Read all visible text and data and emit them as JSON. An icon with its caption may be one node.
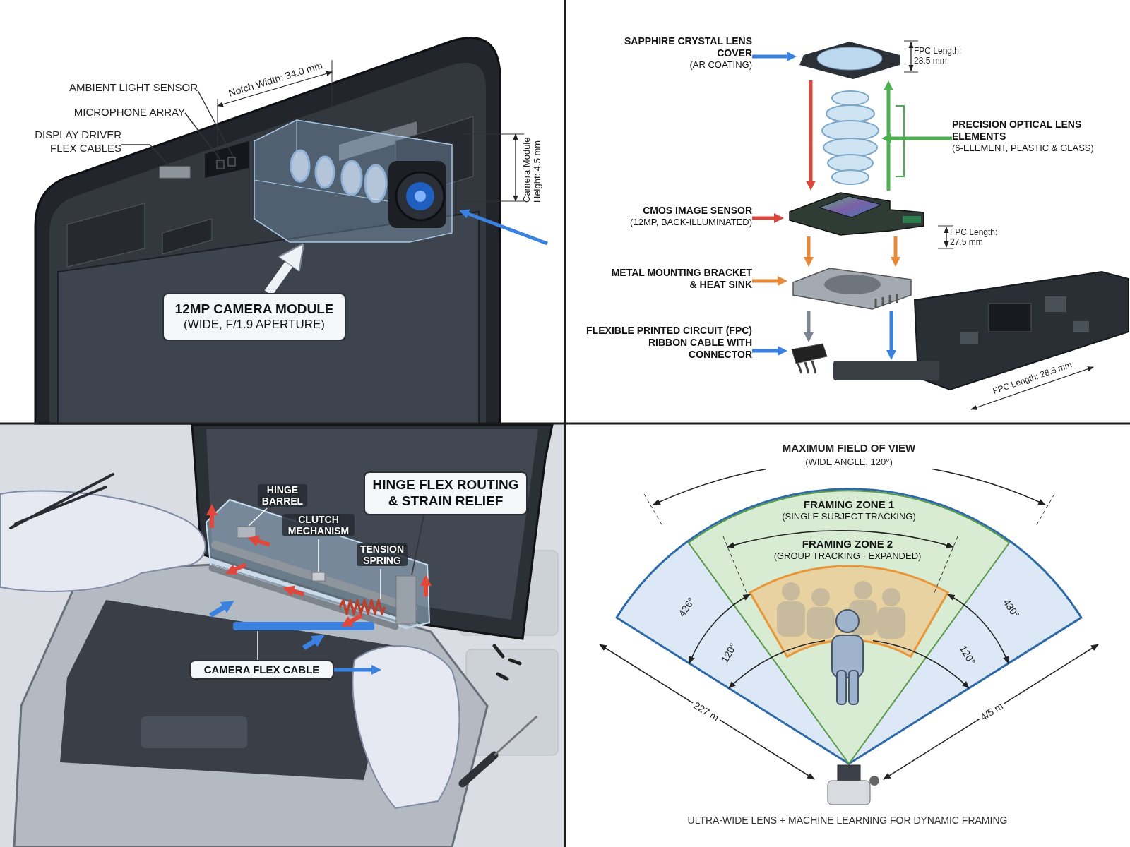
{
  "diagram": {
    "caption": "ULTRA-WIDE LENS + MACHINE LEARNING FOR DYNAMIC FRAMING",
    "nodes": [
      {
        "text": [
          "AMBIENT LIGHT SENSOR"
        ]
      },
      {
        "text": [
          "MICROPHONE ARRAY"
        ]
      },
      {
        "text": [
          "DISPLAY DRIVER FLEX CABLES"
        ]
      },
      {
        "text": [
          "12MP CAMERA MODULE",
          "(WIDE, F/1.9 APERTURE)"
        ]
      },
      {
        "text": [],
        "shape": "box"
      },
      {
        "text": [],
        "shape": "box"
      },
      {
        "text": [],
        "shape": "box"
      },
      {
        "text": [],
        "shape": "picture"
      },
      {
        "text": [
          "SAPPHIRE CRYSTAL LENS COVER",
          "(AR COATING)"
        ]
      },
      {
        "text": [
          "PRECISION OPTICAL LENS ELEMENTS",
          "(6-ELEMENT, PLASTIC & GLASS)"
        ]
      },
      {
        "text": [
          "CMOS IMAGE SENSOR",
          "(12MP, BACK-ILLUMINATED)"
        ]
      },
      {
        "text": [
          "METAL MOUNTING BRACKET & HEAT SINK"
        ]
      },
      {
        "text": [
          "FLEXIBLE PRINTED CIRCUIT (FPC) RIBBON CABLE WITH CONNECTOR"
        ]
      },
      {
        "text": [],
        "shape": "picture"
      },
      {
        "text": [],
        "shape": "picture"
      },
      {
        "text": [],
        "shape": "picture"
      },
      {
        "text": [],
        "shape": "picture"
      },
      {
        "text": [],
        "shape": "picture"
      },
      {
        "text": [],
        "shape": "bar"
      },
      {
        "text": [
          "HINGE FLEX ROUTING & STRAIN RELIEF"
        ]
      },
      {
        "text": [
          "HINGE BARREL"
        ]
      },
      {
        "text": [
          "CLUTCH MECHANISM"
        ]
      },
      {
        "text": [
          "TENSION SPRING"
        ]
      },
      {
        "text": [
          "CAMERA FLEX CABLE"
        ]
      },
      {
        "text": [],
        "shape": "box"
      },
      {
        "text": [],
        "shape": "box"
      },
      {
        "text": [],
        "shape": "box"
      },
      {
        "text": [],
        "shape": "picture"
      },
      {
        "text": [],
        "shape": "bar"
      },
      {
        "text": [],
        "shape": "sector"
      },
      {
        "text": [
          "FRAMING ZONE 1",
          "(SINGLE SUBJECT TRACKING)"
        ],
        "in": 29
      },
      {
        "text": [
          "FRAMING ZONE 2",
          "(GROUP TRACKING · EXPANDED)"
        ],
        "in": 30
      }
    ],
    "edges": [
      {
        "from": 0,
        "to": 4,
        "arrow": "none",
        "color": "#333333"
      },
      {
        "from": 1,
        "to": 5,
        "arrow": "none",
        "color": "#333333"
      },
      {
        "from": 2,
        "to": 6,
        "arrow": "none",
        "color": "#333333"
      },
      {
        "from": 3,
        "to": 7,
        "arrow": "to",
        "style": "thick",
        "color": "#eef2f7"
      },
      {
        "from": null,
        "to": 7,
        "arrow": "to",
        "color": "#3b82e0"
      },
      {
        "from": 8,
        "to": 13,
        "arrow": "to",
        "color": "#3b82e0"
      },
      {
        "from": 9,
        "to": 14,
        "arrow": "to",
        "color": "#4caf50"
      },
      {
        "from": 13,
        "to": 15,
        "arrow": "to",
        "color": "#d9473d"
      },
      {
        "from": 15,
        "to": 13,
        "arrow": "to",
        "color": "#4caf50"
      },
      {
        "from": 10,
        "to": 15,
        "arrow": "to",
        "color": "#d9473d"
      },
      {
        "from": 11,
        "to": 16,
        "arrow": "to",
        "color": "#e8893a"
      },
      {
        "from": 15,
        "to": 16,
        "arrow": "to",
        "color": "#e8893a"
      },
      {
        "from": 15,
        "to": 16,
        "arrow": "to",
        "color": "#e8893a"
      },
      {
        "from": 16,
        "to": 17,
        "arrow": "to",
        "color": "#7d8794"
      },
      {
        "from": 12,
        "to": 17,
        "arrow": "to",
        "color": "#3b82e0"
      },
      {
        "from": 16,
        "to": 18,
        "arrow": "to",
        "color": "#3b82e0"
      },
      {
        "from": 19,
        "to": 24,
        "arrow": "none",
        "color": "#333333"
      },
      {
        "from": 20,
        "to": 25,
        "arrow": "none",
        "color": "#ffffff"
      },
      {
        "from": 21,
        "to": 26,
        "arrow": "none",
        "color": "#ffffff"
      },
      {
        "from": 22,
        "to": 27,
        "arrow": "none",
        "color": "#ffffff"
      },
      {
        "from": 23,
        "to": 28,
        "arrow": "none",
        "color": "#ffffff"
      },
      {
        "from": 23,
        "to": null,
        "arrow": "to",
        "color": "#3b82e0"
      }
    ],
    "labels": [
      "MAXIMUM FIELD OF VIEW",
      "(WIDE ANGLE, 120°)",
      "Notch Width: 34.0 mm",
      "Camera Module Height: 4.5 mm",
      "FPC Length: 28.5 mm",
      "FPC Length: 27.5 mm",
      "FPC Length: 28.5 mm",
      "426°",
      "430°",
      "120°",
      "120°",
      "227 m",
      "4/5 m"
    ]
  }
}
